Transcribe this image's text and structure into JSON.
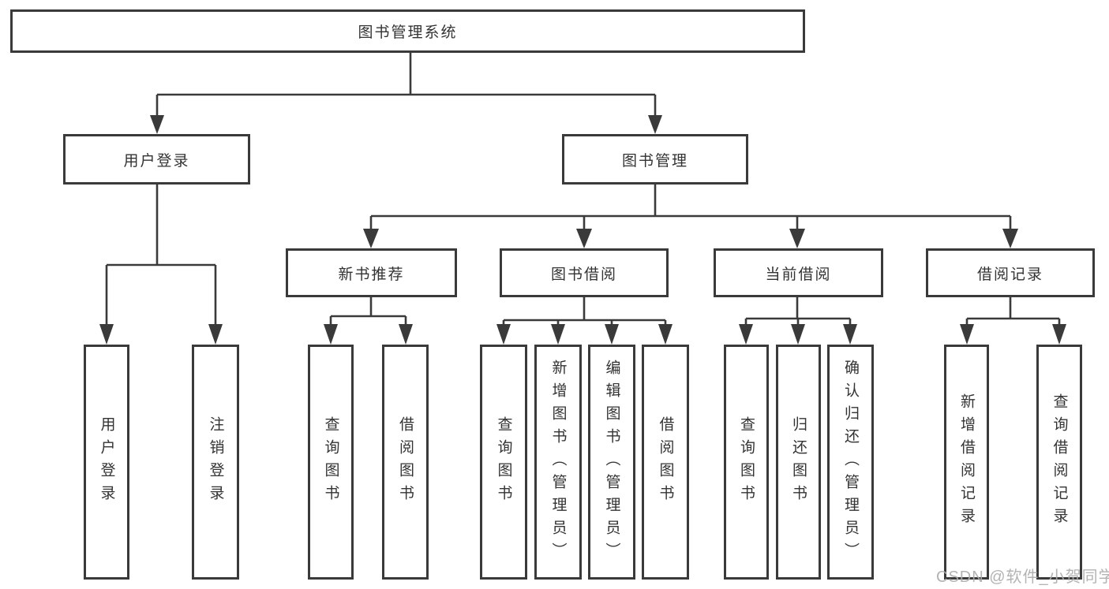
{
  "diagram": {
    "tree": {
      "root": "图书管理系统",
      "level2": {
        "user_login": "用户登录",
        "book_mgmt": "图书管理"
      },
      "level3": {
        "new_book_rec": "新书推荐",
        "book_borrow": "图书借阅",
        "current_borrow": "当前借阅",
        "borrow_records": "借阅记录"
      },
      "leaves": {
        "user_login": "用户登录",
        "logout": "注销登录",
        "rec_query_book": "查询图书",
        "rec_borrow_book": "借阅图书",
        "bb_query_book": "查询图书",
        "bb_add_book": "新增图书（管理员）",
        "bb_edit_book": "编辑图书（管理员）",
        "bb_borrow_book": "借阅图书",
        "cb_query_book": "查询图书",
        "cb_return_book": "归还图书",
        "cb_confirm_return": "确认归还（管理员）",
        "br_add_record": "新增借阅记录",
        "br_query_record": "查询借阅记录"
      }
    },
    "colors": {
      "line": "#3a3a3a",
      "text": "#333333",
      "background": "#ffffff",
      "watermark": "#adadad"
    }
  },
  "watermark": "CSDN @软件_小贺同学"
}
